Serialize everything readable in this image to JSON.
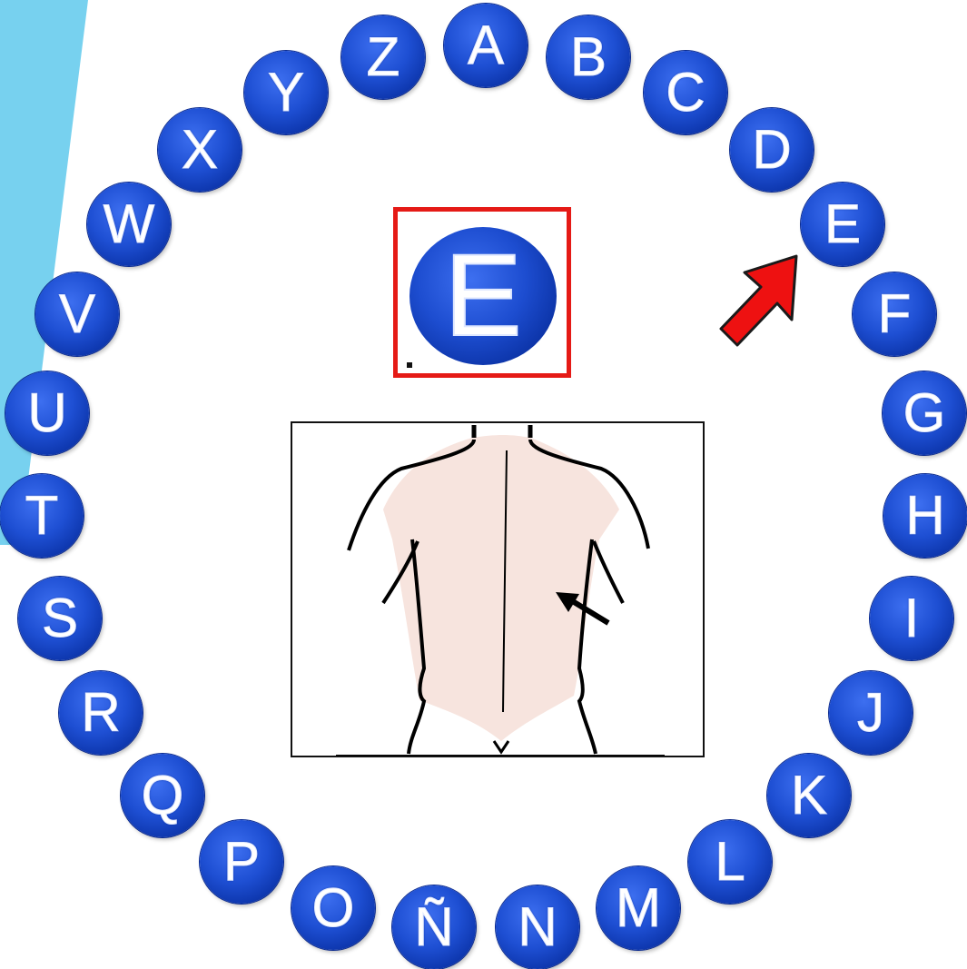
{
  "letters": [
    "A",
    "B",
    "C",
    "D",
    "E",
    "F",
    "G",
    "H",
    "I",
    "J",
    "K",
    "L",
    "M",
    "N",
    "Ñ",
    "O",
    "P",
    "Q",
    "R",
    "S",
    "T",
    "U",
    "V",
    "W",
    "X",
    "Y",
    "Z"
  ],
  "selected_letter": "E",
  "colors": {
    "stripe": "#77d1ef",
    "bubble": "#1e4fd3",
    "selection_frame": "#e51a16",
    "pointer_arrow": "#ee1111",
    "skin": "#f7e4de"
  },
  "icons": {
    "pointer": "red-arrow-icon",
    "back_marker": "black-arrow-icon"
  }
}
